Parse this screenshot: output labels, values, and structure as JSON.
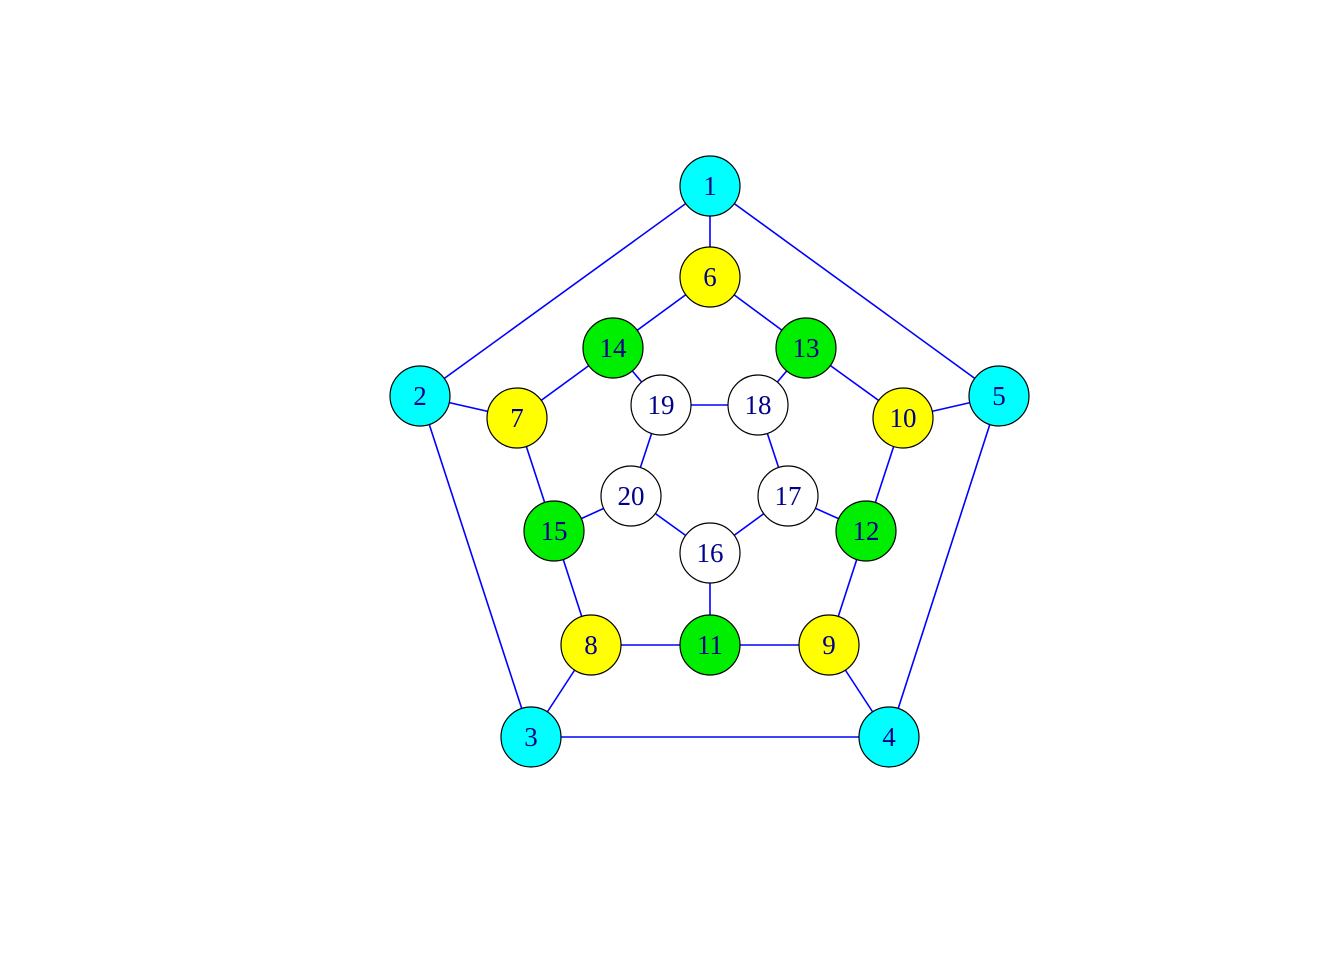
{
  "colors": {
    "edge": "#0000ff",
    "label": "#00008b",
    "outer": "#00ffff",
    "ring2": "#ffff00",
    "ring3": "#00ee00",
    "inner": "#ffffff"
  },
  "nodes": [
    {
      "id": "1",
      "group": "outer"
    },
    {
      "id": "2",
      "group": "outer"
    },
    {
      "id": "3",
      "group": "outer"
    },
    {
      "id": "4",
      "group": "outer"
    },
    {
      "id": "5",
      "group": "outer"
    },
    {
      "id": "6",
      "group": "ring2"
    },
    {
      "id": "7",
      "group": "ring2"
    },
    {
      "id": "8",
      "group": "ring2"
    },
    {
      "id": "9",
      "group": "ring2"
    },
    {
      "id": "10",
      "group": "ring2"
    },
    {
      "id": "11",
      "group": "ring3"
    },
    {
      "id": "12",
      "group": "ring3"
    },
    {
      "id": "13",
      "group": "ring3"
    },
    {
      "id": "14",
      "group": "ring3"
    },
    {
      "id": "15",
      "group": "ring3"
    },
    {
      "id": "16",
      "group": "inner"
    },
    {
      "id": "17",
      "group": "inner"
    },
    {
      "id": "18",
      "group": "inner"
    },
    {
      "id": "19",
      "group": "inner"
    },
    {
      "id": "20",
      "group": "inner"
    }
  ],
  "edges": [
    [
      "1",
      "2"
    ],
    [
      "2",
      "3"
    ],
    [
      "3",
      "4"
    ],
    [
      "4",
      "5"
    ],
    [
      "5",
      "1"
    ],
    [
      "1",
      "6"
    ],
    [
      "2",
      "7"
    ],
    [
      "3",
      "8"
    ],
    [
      "4",
      "9"
    ],
    [
      "5",
      "10"
    ],
    [
      "6",
      "13"
    ],
    [
      "6",
      "14"
    ],
    [
      "7",
      "14"
    ],
    [
      "7",
      "15"
    ],
    [
      "8",
      "15"
    ],
    [
      "8",
      "11"
    ],
    [
      "9",
      "11"
    ],
    [
      "9",
      "12"
    ],
    [
      "10",
      "12"
    ],
    [
      "10",
      "13"
    ],
    [
      "11",
      "16"
    ],
    [
      "12",
      "17"
    ],
    [
      "13",
      "18"
    ],
    [
      "14",
      "19"
    ],
    [
      "15",
      "20"
    ],
    [
      "16",
      "17"
    ],
    [
      "17",
      "18"
    ],
    [
      "18",
      "19"
    ],
    [
      "19",
      "20"
    ],
    [
      "20",
      "16"
    ]
  ]
}
